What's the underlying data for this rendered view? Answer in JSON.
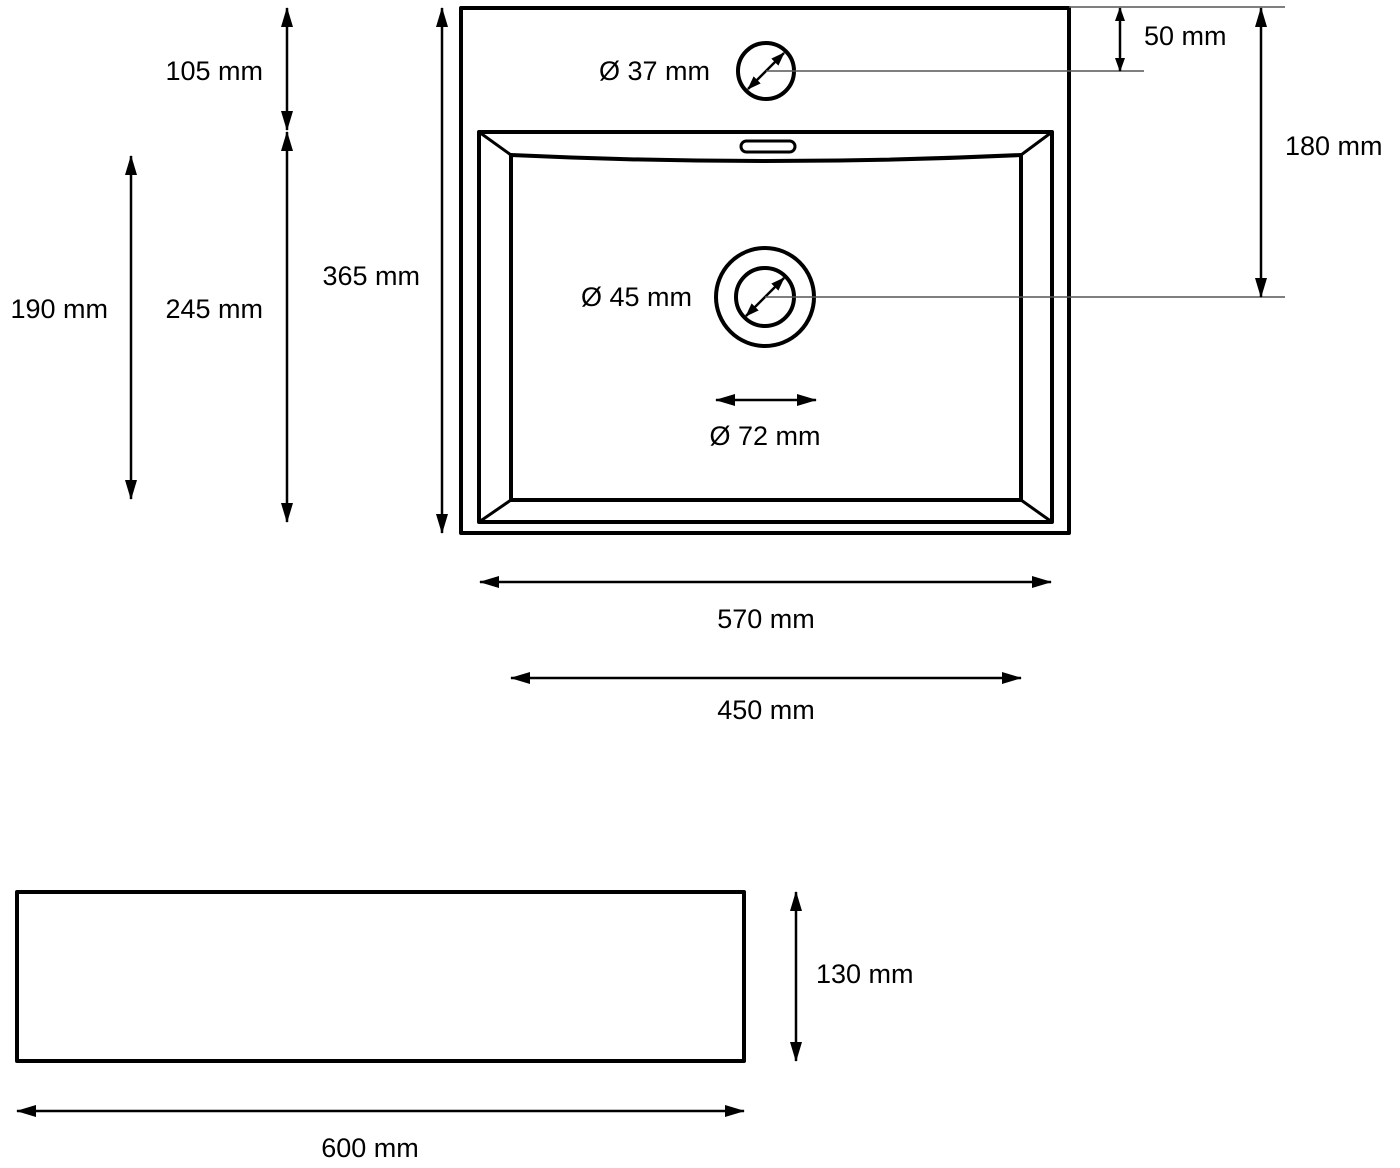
{
  "labels": {
    "top_depth_105": "105 mm",
    "bowl_depth_245": "245 mm",
    "outer_depth_365": "365 mm",
    "drain_offset_190": "190 mm",
    "tap_hole_offset_50": "50 mm",
    "drain_from_top_180": "180 mm",
    "tap_hole_diameter": "Ø 37 mm",
    "drain_diameter": "Ø 45 mm",
    "drain_outer_diameter": "Ø 72 mm",
    "outer_width_570": "570 mm",
    "bowl_width_450": "450 mm",
    "side_height_130": "130 mm",
    "side_width_600": "600 mm"
  },
  "colors": {
    "line": "#000000",
    "leader": "#555555",
    "background": "#ffffff"
  }
}
